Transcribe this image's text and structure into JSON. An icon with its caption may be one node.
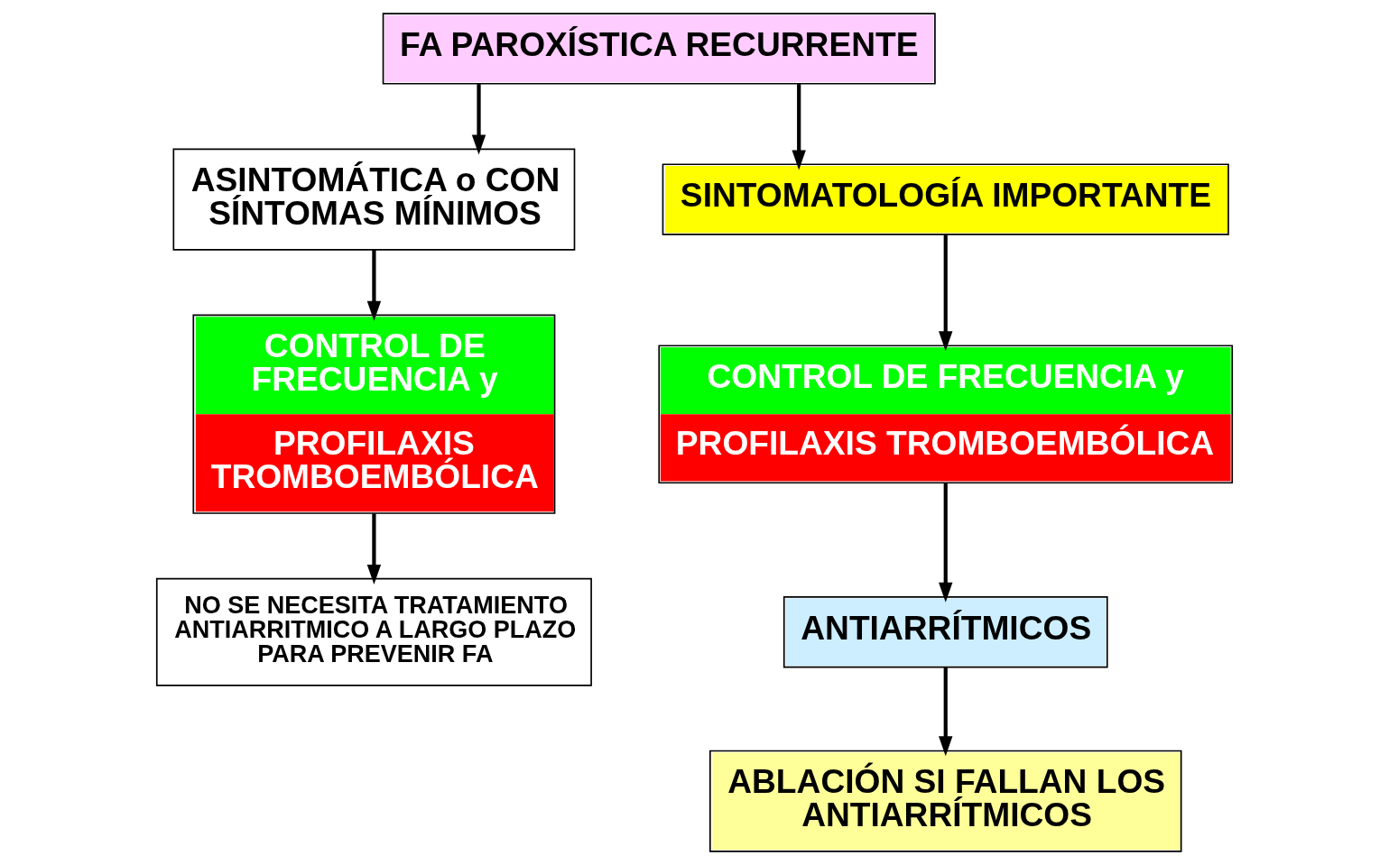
{
  "diagram": {
    "nodes": [
      {
        "text": [
          "FA PAROXÍSTICA RECURRENTE"
        ]
      },
      {
        "text": [
          "ASINTOMÁTICA o CON SÍNTOMAS MÍNIMOS"
        ]
      },
      {
        "text": [
          "SINTOMATOLOGÍA IMPORTANTE"
        ]
      },
      {
        "text": [
          "CONTROL DE FRECUENCIA y",
          "PROFILAXIS TROMBOEMBÓLICA"
        ]
      },
      {
        "text": [
          "NO SE NECESITA TRATAMIENTO ANTIARRITMICO A LARGO PLAZO PARA PREVENIR FA"
        ]
      },
      {
        "text": [
          "CONTROL DE FRECUENCIA y",
          "PROFILAXIS TROMBOEMBÓLICA"
        ]
      },
      {
        "text": [
          "ANTIARRÍTMICOS"
        ]
      },
      {
        "text": [
          "ABLACIÓN SI FALLAN LOS ANTIARRÍTMICOS"
        ]
      }
    ],
    "edges": [
      {
        "from": 0,
        "to": 1,
        "arrow": "to"
      },
      {
        "from": 0,
        "to": 2,
        "arrow": "to"
      },
      {
        "from": 1,
        "to": 3,
        "arrow": "to"
      },
      {
        "from": 3,
        "to": 4,
        "arrow": "to"
      },
      {
        "from": 2,
        "to": 5,
        "arrow": "to"
      },
      {
        "from": 5,
        "to": 6,
        "arrow": "to"
      },
      {
        "from": 6,
        "to": 7,
        "arrow": "to"
      }
    ]
  }
}
